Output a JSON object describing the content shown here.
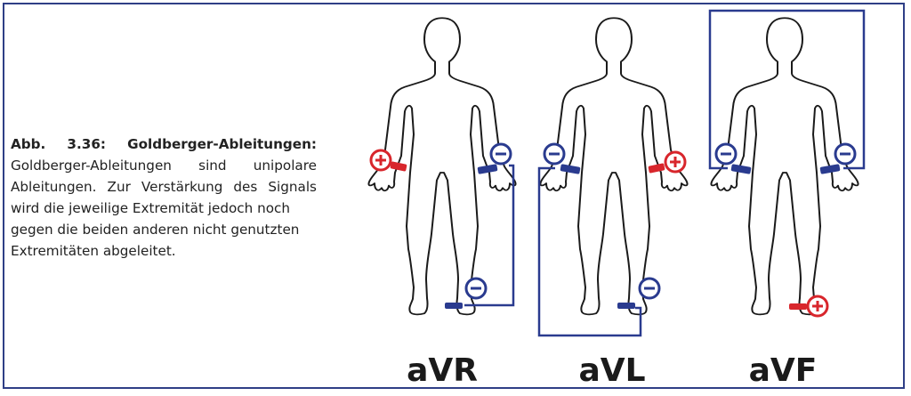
{
  "caption": {
    "prefix": "Abb.",
    "number": "3.36:",
    "title": "Goldberger-Ableitungen:",
    "lines": [
      [
        "Goldberger-Ableitungen",
        "sind",
        "unipolare"
      ],
      [
        "Ableitungen.",
        "Zur",
        "Verstärkung",
        "des",
        "Signals"
      ],
      [
        "wird die jeweilige Extremität jedoch noch"
      ],
      [
        "gegen die beiden anderen nicht genutzten"
      ],
      [
        "Extremitäten abgeleitet."
      ]
    ]
  },
  "leads": [
    {
      "label": "aVR",
      "positive": "right-arm",
      "negative": [
        "left-arm",
        "left-leg"
      ]
    },
    {
      "label": "aVL",
      "positive": "left-arm",
      "negative": [
        "right-arm",
        "left-leg"
      ]
    },
    {
      "label": "aVF",
      "positive": "left-leg",
      "negative": [
        "right-arm",
        "left-arm"
      ]
    }
  ],
  "colors": {
    "frame": "#2f3f86",
    "positive": "#d8262c",
    "negative": "#2a3b8f",
    "wire": "#2a3b8f",
    "body_outline": "#1a1a1a"
  },
  "symbols": {
    "positive": "+",
    "negative": "−"
  }
}
